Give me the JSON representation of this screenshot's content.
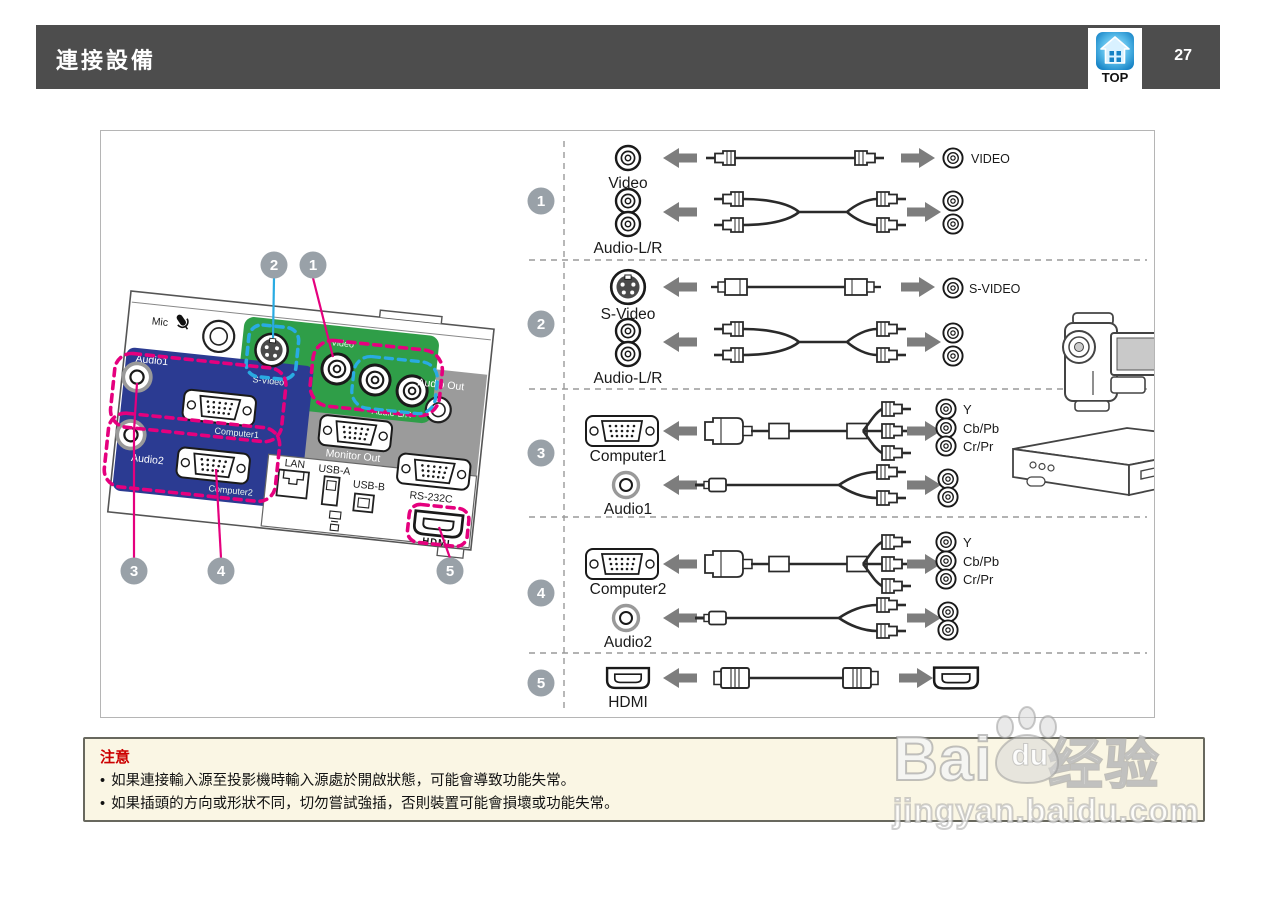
{
  "header": {
    "title": "連接設備",
    "page_number": "27",
    "top_label": "TOP"
  },
  "panel": {
    "mic": "Mic",
    "audio_out": "Audio Out",
    "monitor_out": "Monitor Out",
    "lan": "LAN",
    "usb_a": "USB-A",
    "usb_b": "USB-B",
    "rs232c": "RS-232C",
    "hdmi_logo": "HDMI",
    "audio1": "Audio1",
    "audio2": "Audio2",
    "video": "Video",
    "s_video": "S-Video",
    "audio_lr": "Audio-L/R",
    "computer1": "Computer1",
    "computer2": "Computer2",
    "callouts": [
      "1",
      "2",
      "3",
      "4",
      "5"
    ],
    "accent_pink": "#e5007e",
    "accent_blue": "#29abe2",
    "green": "#2f9e48",
    "navy": "#2b3b92",
    "gray": "#9b9b9b"
  },
  "rows": [
    {
      "num": "1",
      "port_label": "Video",
      "right_label": "VIDEO",
      "audio_label": "Audio-L/R"
    },
    {
      "num": "2",
      "port_label": "S-Video",
      "right_label": "S-VIDEO",
      "audio_label": "Audio-L/R"
    },
    {
      "num": "3",
      "port_label": "Computer1",
      "right_labels": [
        "Y",
        "Cb/Pb",
        "Cr/Pr"
      ],
      "audio_label": "Audio1"
    },
    {
      "num": "4",
      "port_label": "Computer2",
      "right_labels": [
        "Y",
        "Cb/Pb",
        "Cr/Pr"
      ],
      "audio_label": "Audio2"
    },
    {
      "num": "5",
      "port_label": "HDMI"
    }
  ],
  "caution": {
    "title": "注意",
    "bullet_char": "•",
    "bullets": [
      "如果連接輸入源至投影機時輸入源處於開啟狀態，可能會導致功能失常。",
      "如果插頭的方向或形狀不同，切勿嘗試強插，否則裝置可能會損壞或功能失常。"
    ]
  },
  "watermark": {
    "bai": "Bai",
    "du": "du",
    "jingyan": "经验",
    "url": "jingyan.baidu.com"
  }
}
